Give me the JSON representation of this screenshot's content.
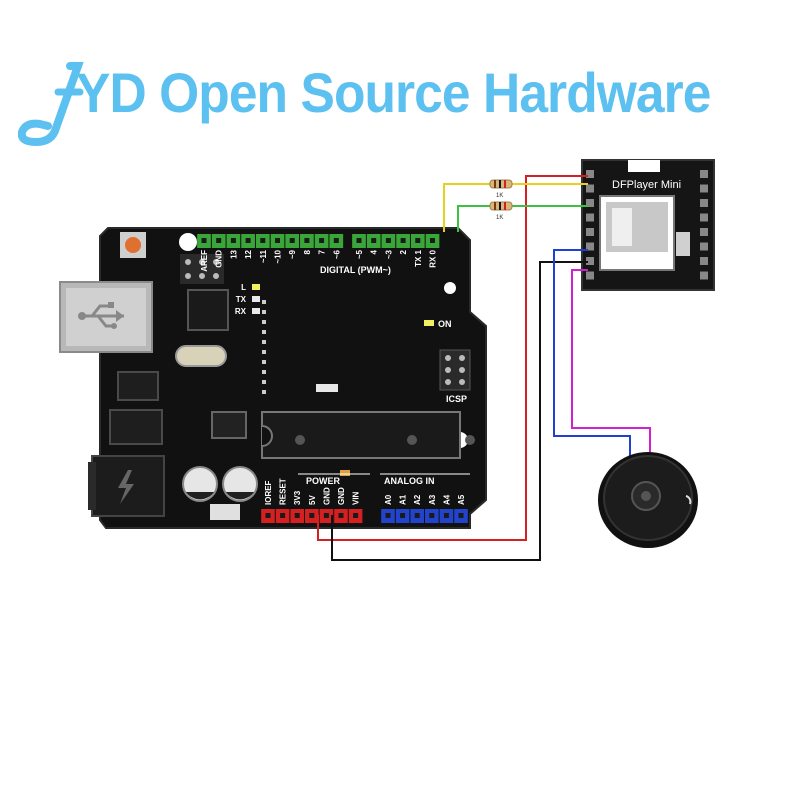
{
  "watermark": {
    "text": "YD Open Source Hardware",
    "color": "#5cc0f0"
  },
  "arduino": {
    "digital_header_label": "DIGITAL (PWM~)",
    "digital_pins": [
      "AREF",
      "GND",
      "13",
      "12",
      "~11",
      "~10",
      "~9",
      "8",
      "7",
      "~6",
      "~5",
      "4",
      "~3",
      "2",
      "TX 1",
      "RX 0"
    ],
    "power_header_label": "POWER",
    "power_pins": [
      "IOREF",
      "RESET",
      "3V3",
      "5V",
      "GND",
      "GND",
      "VIN"
    ],
    "analog_header_label": "ANALOG IN",
    "analog_pins": [
      "A0",
      "A1",
      "A2",
      "A3",
      "A4",
      "A5"
    ],
    "led_labels": [
      "L",
      "TX",
      "RX"
    ],
    "on_label": "ON",
    "icsp_label": "ICSP"
  },
  "dfplayer": {
    "title": "DFPlayer Mini"
  },
  "resistors": [
    "1K",
    "1K"
  ],
  "colors": {
    "board": "#111111",
    "digital_header": "#3aa63a",
    "power_header": "#d42020",
    "analog_header": "#2244cc",
    "wire_red": "#d42020",
    "wire_black": "#111111",
    "wire_yellow": "#e8d020",
    "wire_green": "#40c040",
    "wire_blue": "#2040d0",
    "wire_magenta": "#d020d0"
  }
}
